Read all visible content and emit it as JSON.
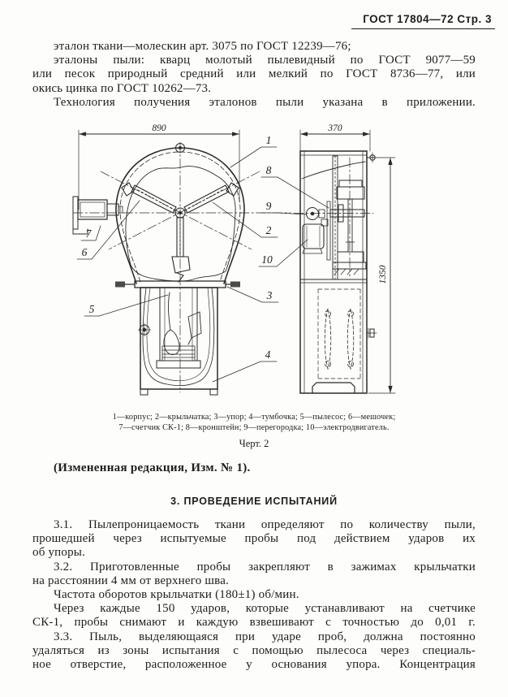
{
  "header": {
    "title": "ГОСТ 17804—72  Стр. 3"
  },
  "intro": {
    "lines": [
      "эталон ткани—молескин арт. 3075 по ГОСТ 12239—76;",
      "эталоны пыли: кварц молотый пылевидный по ГОСТ 9077—59",
      "или песок природный средний или мелкий по ГОСТ 8736—77, или",
      "окись цинка по ГОСТ 10262—73.",
      "Технология получения  эталонов пыли указана в  приложении."
    ]
  },
  "figure": {
    "dims": {
      "front_width": "890",
      "side_width": "370",
      "side_height": "1350"
    },
    "callouts": [
      "1",
      "2",
      "3",
      "4",
      "5",
      "6",
      "7",
      "8",
      "9",
      "10"
    ],
    "legend": {
      "line1": "1—корпус; 2—крыльчатка; 3—упор; 4—тумбочка; 5—пылесос; 6—мешочек;",
      "line2": "7—счетчик СК-1; 8—кронштейн; 9—перегородка; 10—электродвигатель."
    },
    "caption": "Черт. 2"
  },
  "amendment": "(Измененная редакция, Изм. № 1).",
  "section": {
    "heading": "3. ПРОВЕДЕНИЕ ИСПЫТАНИЙ",
    "lines": [
      "3.1. Пылепроницаемость ткани определяют по количеству пыли,",
      "прошедшей через  испытуемые пробы под действием  ударов их",
      "об упоры.",
      "3.2. Приготовленные пробы закрепляют в зажимах крыльчатки",
      "на расстоянии 4 мм от верхнего шва.",
      "Частота оборотов крыльчатки (180±1) об/мин.",
      "Через каждые 150 ударов, которые устанавливают на счетчике",
      "СК-1, пробы снимают и каждую взвешивают с точностью до 0,01 г.",
      "3.3. Пыль, выделяющаяся при ударе проб, должна постоянно",
      "удаляться из зоны испытания с помощью пылесоса через специаль-",
      "ное отверстие, расположенное у основания упора.  Концентрация"
    ]
  }
}
